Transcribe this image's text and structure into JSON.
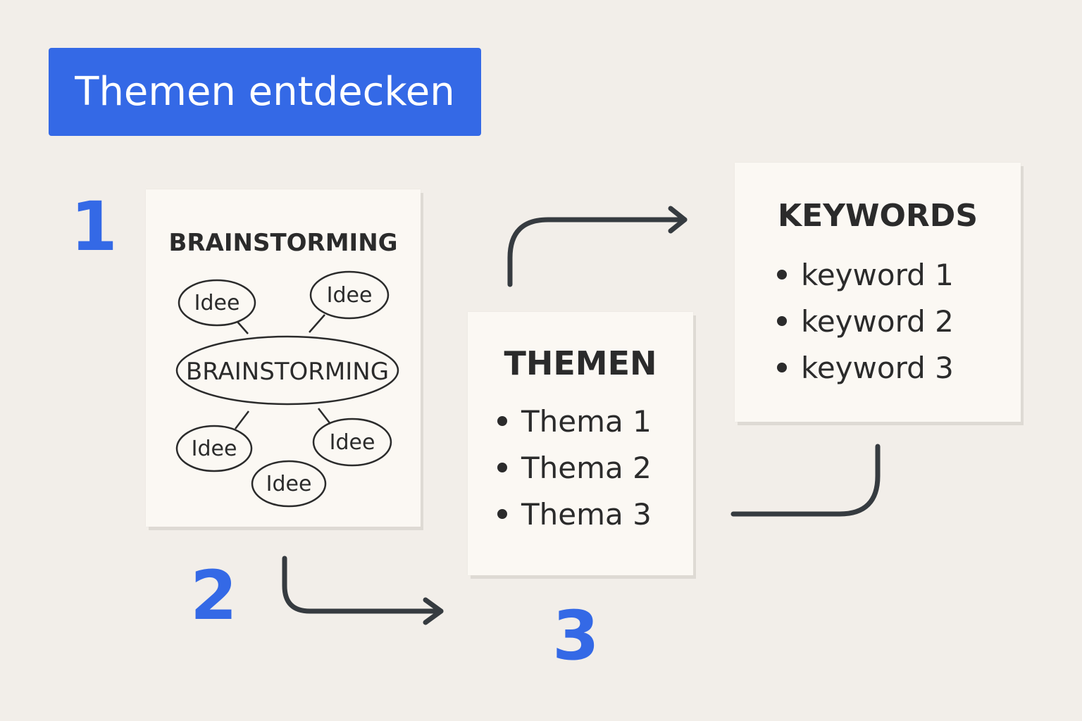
{
  "title": "Themen entdecken",
  "steps": [
    "1",
    "2",
    "3"
  ],
  "brainstorm_card": {
    "heading": "BRAINSTORMING",
    "center_label": "BRAINSTORMING",
    "ideas": [
      "Idee",
      "Idee",
      "Idee",
      "Idee",
      "Idee"
    ]
  },
  "themen_card": {
    "heading": "THEMEN",
    "items": [
      "Thema 1",
      "Thema 2",
      "Thema 3"
    ]
  },
  "keywords_card": {
    "heading": "KEYWORDS",
    "items": [
      "keyword 1",
      "keyword 2",
      "keyword 3"
    ]
  },
  "colors": {
    "accent": "#3469e6",
    "background": "#f2eee9",
    "card": "#fbf8f3",
    "arrow": "#363b40"
  },
  "icons": [
    "arrow-right-icon",
    "arrow-right-icon",
    "connector-line"
  ]
}
